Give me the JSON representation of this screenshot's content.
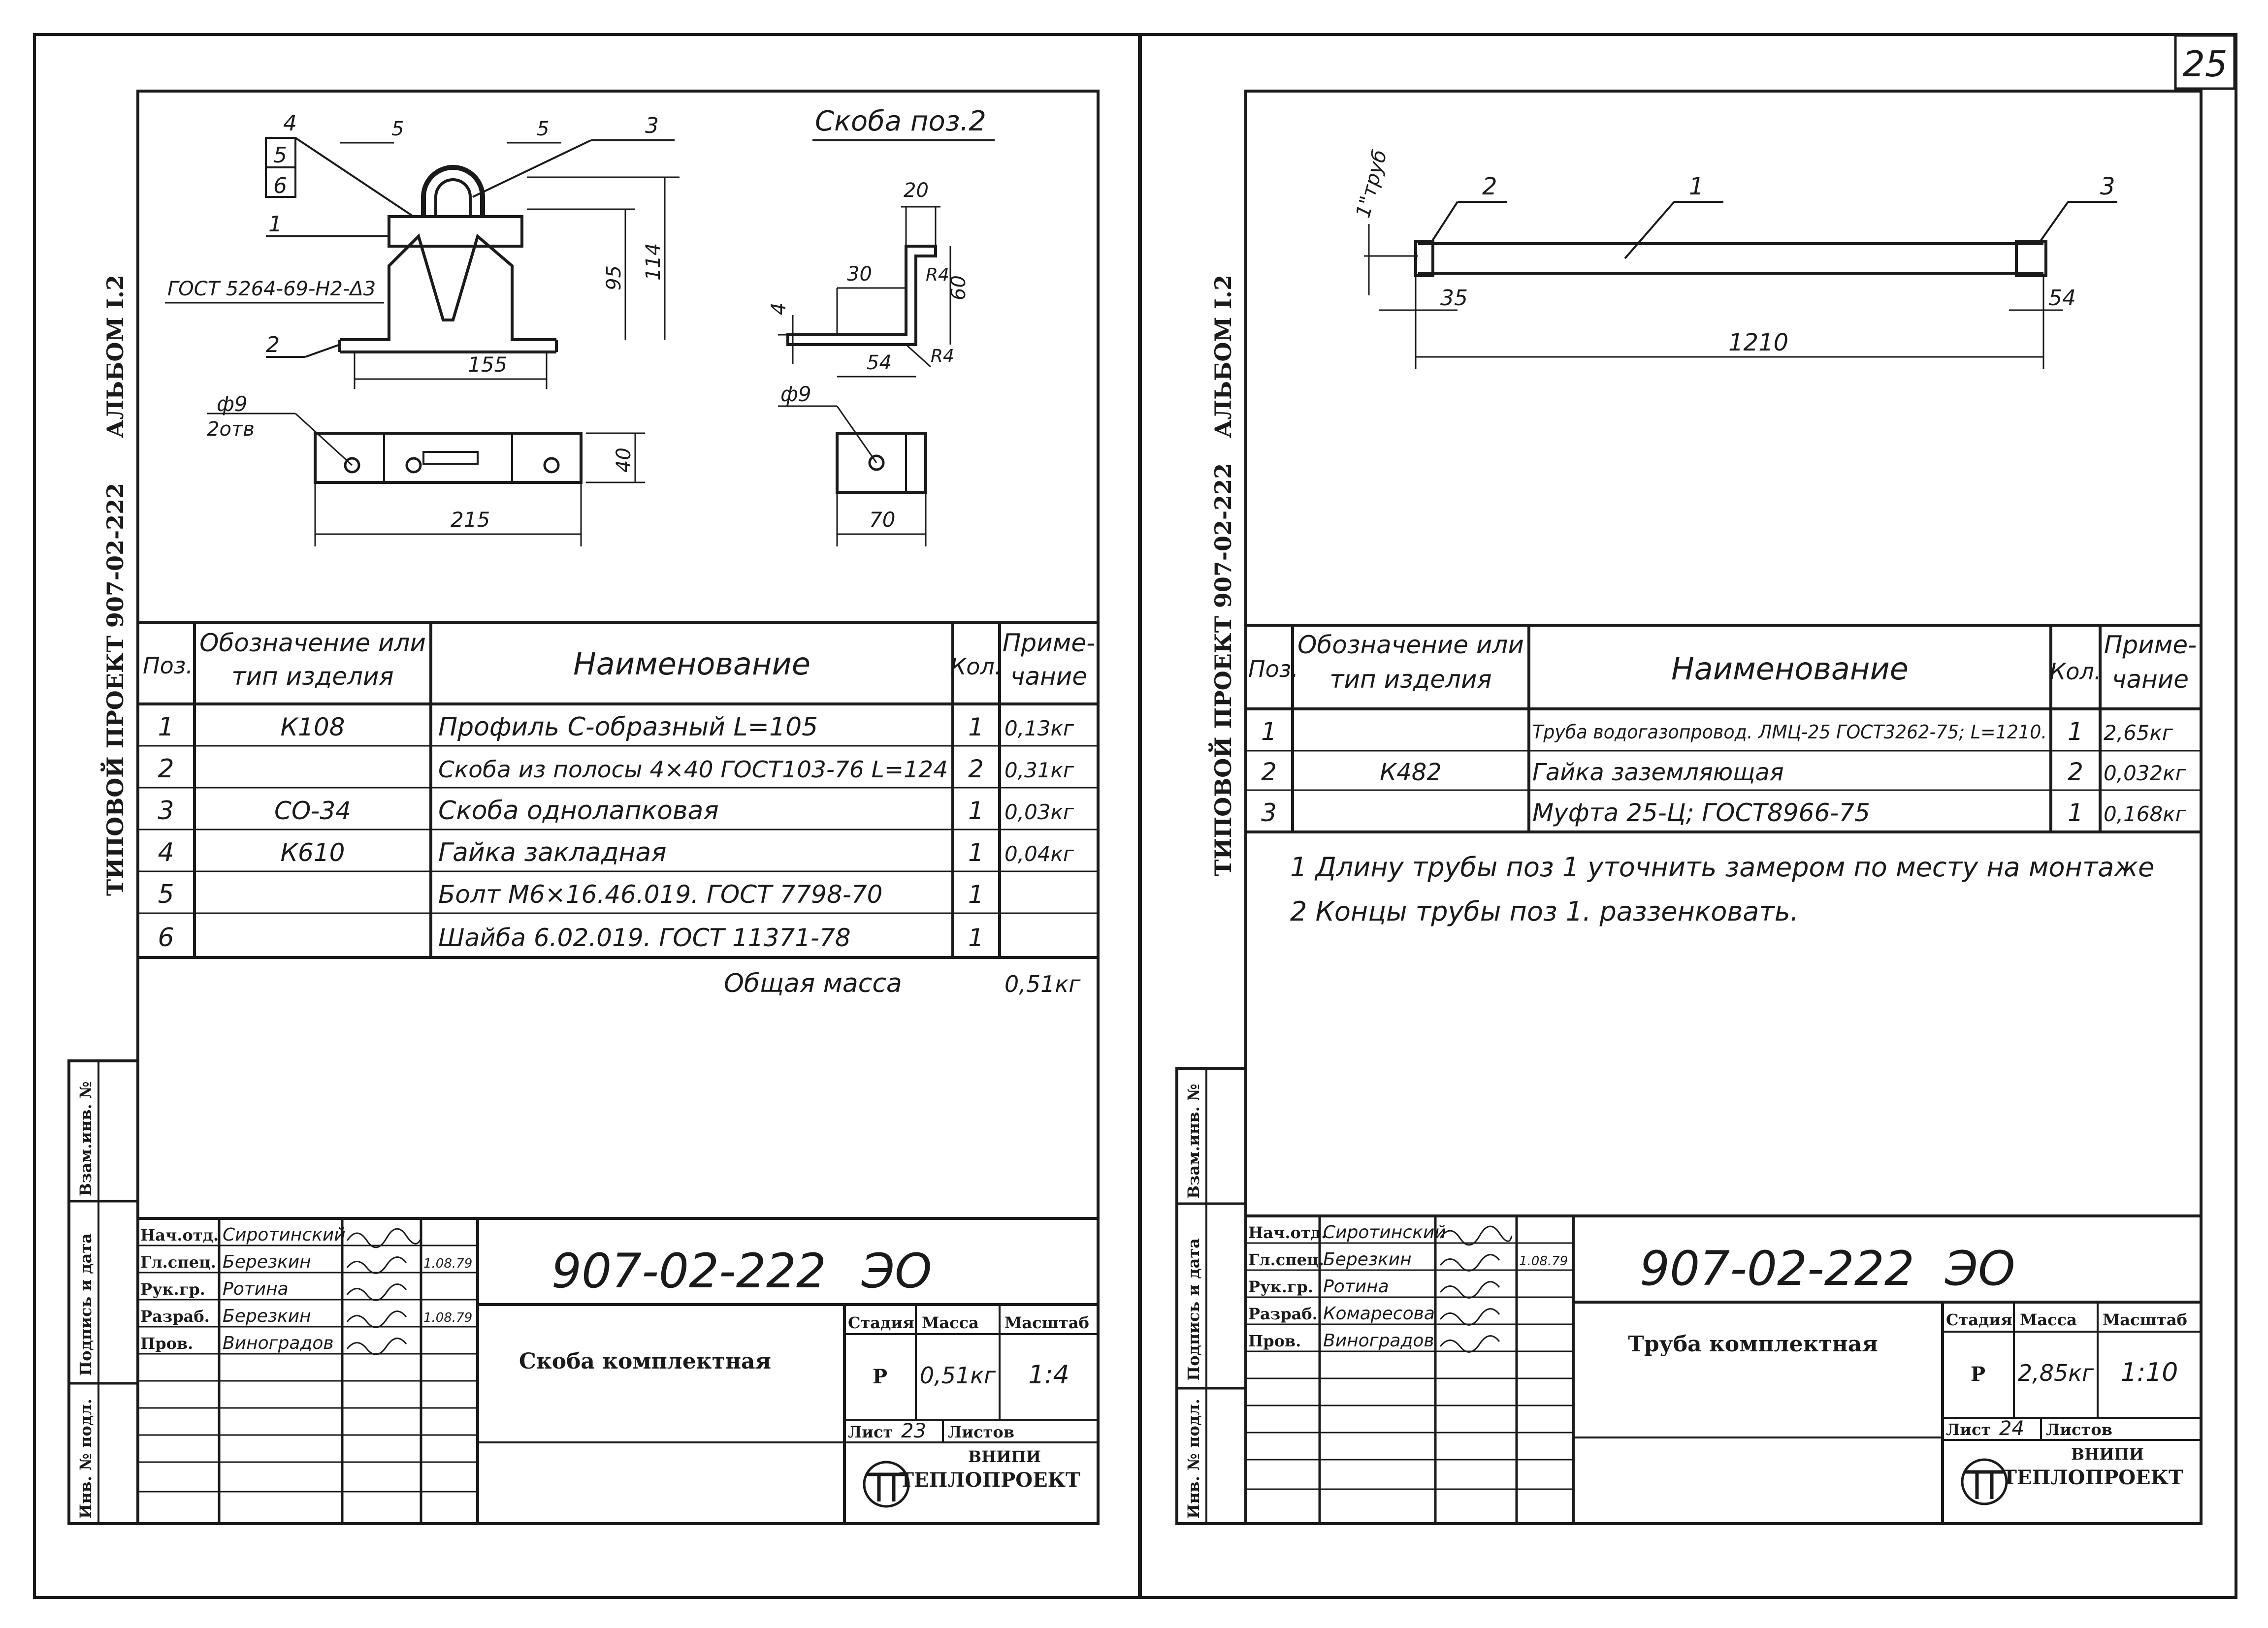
{
  "page_number": "25",
  "left": {
    "side_album": "АЛЬБОМ I.2",
    "side_project": "ТИПОВОЙ ПРОЕКТ 907-02-222",
    "drawing_title": "Скоба поз.2",
    "drawing_labels": {
      "p4": "4",
      "p5": "5",
      "p6": "6",
      "p1": "1",
      "p2": "2",
      "p3": "3",
      "d5a": "5",
      "d5b": "5",
      "gost_weld": "ГОСТ 5264-69-Н2-Δ3",
      "d114": "114",
      "d95": "95",
      "d155": "155",
      "hole": "ф9",
      "holes": "2отв",
      "d40": "40",
      "d215": "215",
      "s20": "20",
      "s30": "30",
      "s4": "4",
      "s54": "54",
      "s60": "60",
      "sR4a": "R4",
      "sR4b": "R4",
      "s_hole": "ф9",
      "s70": "70"
    },
    "spec_headers": {
      "pos": "Поз.",
      "designation": "Обозначение или тип изделия",
      "name": "Наименование",
      "qty": "Кол.",
      "note": "Приме-чание"
    },
    "spec_rows": [
      {
        "pos": "1",
        "designation": "К108",
        "name": "Профиль С-образный L=105",
        "qty": "1",
        "note": "0,13кг"
      },
      {
        "pos": "2",
        "designation": "",
        "name": "Скоба из полосы 4×40 ГОСТ103-76 L=124",
        "qty": "2",
        "note": "0,31кг"
      },
      {
        "pos": "3",
        "designation": "СО-34",
        "name": "Скоба однолапковая",
        "qty": "1",
        "note": "0,03кг"
      },
      {
        "pos": "4",
        "designation": "К610",
        "name": "Гайка закладная",
        "qty": "1",
        "note": "0,04кг"
      },
      {
        "pos": "5",
        "designation": "",
        "name": "Болт М6×16.46.019. ГОСТ 7798-70",
        "qty": "1",
        "note": ""
      },
      {
        "pos": "6",
        "designation": "",
        "name": "Шайба 6.02.019. ГОСТ 11371-78",
        "qty": "1",
        "note": ""
      }
    ],
    "total_label": "Общая масса",
    "total_value": "0,51кг",
    "side_stamp": [
      "Взам.инв. №",
      "Подпись и дата",
      "Инв. № подл."
    ],
    "roles": [
      {
        "role": "Нач.отд.",
        "name": "Сиротинский",
        "date": ""
      },
      {
        "role": "Гл.спец.",
        "name": "Березкин",
        "date": "1.08.79"
      },
      {
        "role": "Рук.гр.",
        "name": "Ротина",
        "date": ""
      },
      {
        "role": "Разраб.",
        "name": "Березкин",
        "date": "1.08.79"
      },
      {
        "role": "Пров.",
        "name": "Виноградов",
        "date": ""
      }
    ],
    "doc_code": "907-02-222",
    "doc_suffix": "ЭО",
    "item_title": "Скоба комплектная",
    "stage_label": "Стадия",
    "mass_label": "Масса",
    "scale_label": "Масштаб",
    "stage": "Р",
    "mass": "0,51кг",
    "scale": "1:4",
    "sheet_label": "Лист",
    "sheet_value": "23",
    "sheets_label": "Листов",
    "org_top": "ВНИПИ",
    "org_bottom": "ТЕПЛОПРОЕКТ"
  },
  "right": {
    "side_album": "АЛЬБОМ I.2",
    "side_project": "ТИПОВОЙ ПРОЕКТ 907-02-222",
    "drawing_labels": {
      "p1": "1",
      "p2": "2",
      "p3": "3",
      "pipe": "1\"труб",
      "d35": "35",
      "d54": "54",
      "d1210": "1210"
    },
    "spec_headers": {
      "pos": "Поз.",
      "designation": "Обозначение или тип изделия",
      "name": "Наименование",
      "qty": "Кол.",
      "note": "Приме-чание"
    },
    "spec_rows": [
      {
        "pos": "1",
        "designation": "",
        "name": "Труба водогазопровод. ЛМЦ-25 ГОСТ3262-75; L=1210.",
        "qty": "1",
        "note": "2,65кг"
      },
      {
        "pos": "2",
        "designation": "К482",
        "name": "Гайка заземляющая",
        "qty": "2",
        "note": "0,032кг"
      },
      {
        "pos": "3",
        "designation": "",
        "name": "Муфта 25-Ц; ГОСТ8966-75",
        "qty": "1",
        "note": "0,168кг"
      }
    ],
    "notes": [
      "1 Длину трубы поз 1 уточнить замером по месту на монтаже",
      "2 Концы трубы поз 1. раззенковать."
    ],
    "side_stamp": [
      "Взам.инв. №",
      "Подпись и дата",
      "Инв. № подл."
    ],
    "roles": [
      {
        "role": "Нач.отд.",
        "name": "Сиротинский",
        "date": ""
      },
      {
        "role": "Гл.спец.",
        "name": "Березкин",
        "date": "1.08.79"
      },
      {
        "role": "Рук.гр.",
        "name": "Ротина",
        "date": ""
      },
      {
        "role": "Разраб.",
        "name": "Комаресова",
        "date": ""
      },
      {
        "role": "Пров.",
        "name": "Виноградов",
        "date": ""
      }
    ],
    "doc_code": "907-02-222",
    "doc_suffix": "ЭО",
    "item_title": "Труба комплектная",
    "stage_label": "Стадия",
    "mass_label": "Масса",
    "scale_label": "Масштаб",
    "stage": "Р",
    "mass": "2,85кг",
    "scale": "1:10",
    "sheet_label": "Лист",
    "sheet_value": "24",
    "sheets_label": "Листов",
    "org_top": "ВНИПИ",
    "org_bottom": "ТЕПЛОПРОЕКТ"
  }
}
